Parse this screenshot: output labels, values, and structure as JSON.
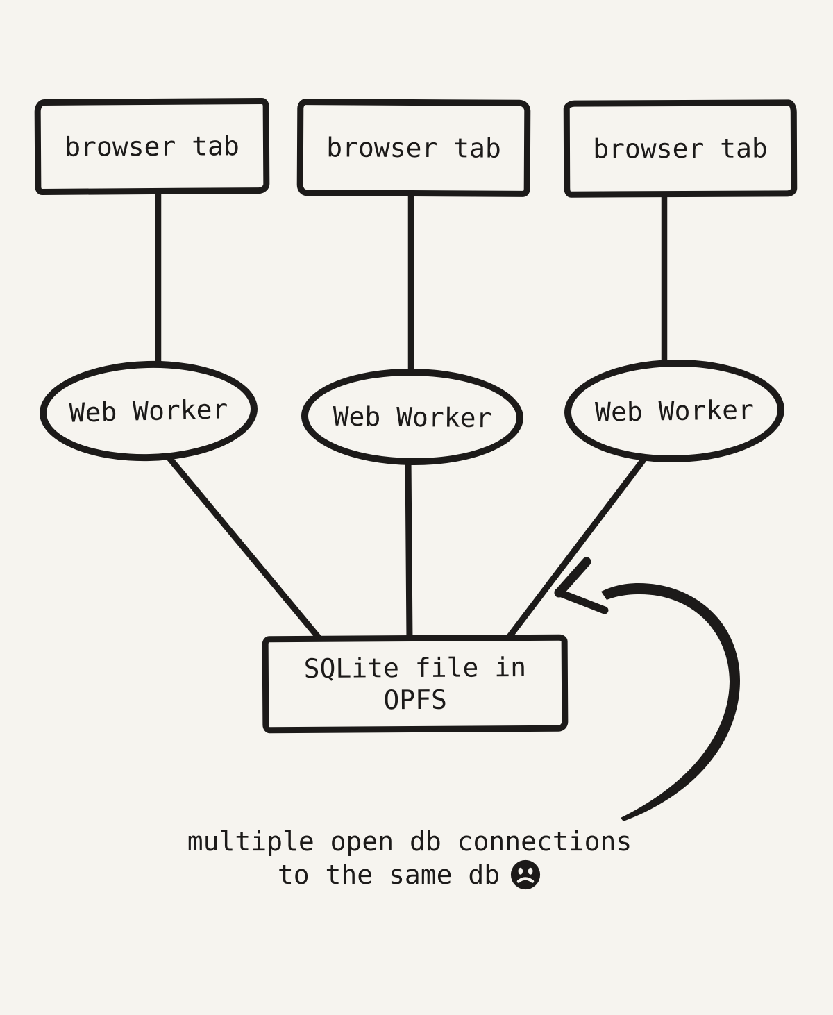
{
  "colors": {
    "background": "#f6f4ef",
    "ink": "#1c1a19"
  },
  "diagram": {
    "browser_tabs": [
      {
        "label": "browser tab"
      },
      {
        "label": "browser tab"
      },
      {
        "label": "browser tab"
      }
    ],
    "web_workers": [
      {
        "label": "Web Worker"
      },
      {
        "label": "Web Worker"
      },
      {
        "label": "Web Worker"
      }
    ],
    "database": {
      "line1": "SQLite file in",
      "line2": "OPFS"
    },
    "caption": {
      "line1": "multiple open db connections",
      "line2": "to the same db",
      "icon": "sad-face"
    },
    "connections": [
      {
        "from": "browser-tab-1",
        "to": "web-worker-1"
      },
      {
        "from": "browser-tab-2",
        "to": "web-worker-2"
      },
      {
        "from": "browser-tab-3",
        "to": "web-worker-3"
      },
      {
        "from": "web-worker-1",
        "to": "sqlite-file-in-opfs"
      },
      {
        "from": "web-worker-2",
        "to": "sqlite-file-in-opfs"
      },
      {
        "from": "web-worker-3",
        "to": "sqlite-file-in-opfs"
      }
    ],
    "annotation_arrow": {
      "points_at": "web-worker-3-to-sqlite-connection"
    }
  }
}
